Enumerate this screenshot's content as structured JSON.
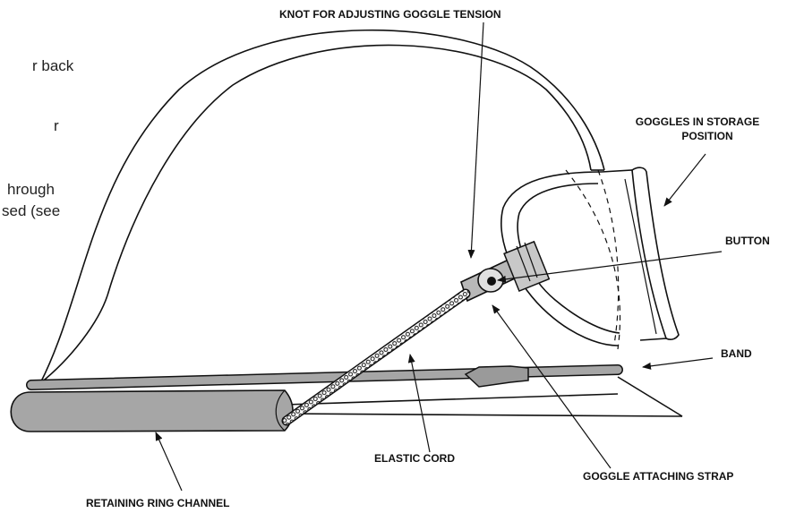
{
  "side_text": {
    "line1": "r back",
    "line2": "r",
    "line3": "hrough",
    "line4": "sed (see"
  },
  "callouts": {
    "knot": "KNOT FOR ADJUSTING GOGGLE TENSION",
    "goggles_storage_1": "GOGGLES IN STORAGE",
    "goggles_storage_2": "POSITION",
    "button": "BUTTON",
    "band": "BAND",
    "elastic_cord": "ELASTIC CORD",
    "goggle_strap": "GOGGLE ATTACHING STRAP",
    "retaining_ring": "RETAINING RING CHANNEL"
  },
  "colors": {
    "line": "#111111",
    "band_fill": "#a6a6a6",
    "button_fill": "#b0b0b0",
    "background": "#ffffff"
  }
}
